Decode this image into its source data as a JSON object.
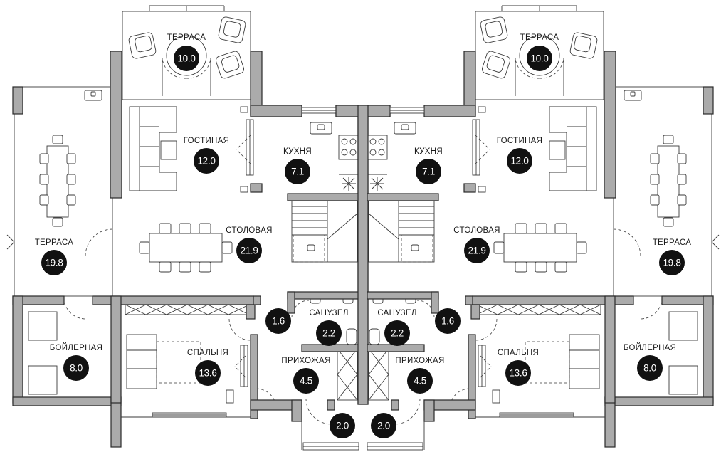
{
  "colors": {
    "wall": "#ababab",
    "line": "#2a2a2a",
    "badge": "#111111",
    "badge_text": "#ffffff",
    "background": "#ffffff"
  },
  "rooms": [
    {
      "id": "terrace-top-left",
      "label": "ТЕРРАСА",
      "area": "10.0"
    },
    {
      "id": "living-left",
      "label": "ГОСТИНАЯ",
      "area": "12.0"
    },
    {
      "id": "kitchen-left",
      "label": "КУХНЯ",
      "area": "7.1"
    },
    {
      "id": "dining-left",
      "label": "СТОЛОВАЯ",
      "area": "21.9"
    },
    {
      "id": "terrace-side-left",
      "label": "ТЕРРАСА",
      "area": "19.8"
    },
    {
      "id": "boiler-left",
      "label": "БОЙЛЕРНАЯ",
      "area": "8.0"
    },
    {
      "id": "bedroom-left",
      "label": "СПАЛЬНЯ",
      "area": "13.6"
    },
    {
      "id": "bathroom-left",
      "label": "САНУЗЕЛ",
      "area": "2.2"
    },
    {
      "id": "hall-left",
      "label": "ПРИХОЖАЯ",
      "area": "4.5"
    },
    {
      "id": "closet-left",
      "label": "",
      "area": "1.6"
    },
    {
      "id": "porch-left",
      "label": "",
      "area": "2.0"
    },
    {
      "id": "terrace-top-right",
      "label": "ТЕРРАСА",
      "area": "10.0"
    },
    {
      "id": "living-right",
      "label": "ГОСТИНАЯ",
      "area": "12.0"
    },
    {
      "id": "kitchen-right",
      "label": "КУХНЯ",
      "area": "7.1"
    },
    {
      "id": "dining-right",
      "label": "СТОЛОВАЯ",
      "area": "21.9"
    },
    {
      "id": "terrace-side-right",
      "label": "ТЕРРАСА",
      "area": "19.8"
    },
    {
      "id": "boiler-right",
      "label": "БОЙЛЕРНАЯ",
      "area": "8.0"
    },
    {
      "id": "bedroom-right",
      "label": "СПАЛЬНЯ",
      "area": "13.6"
    },
    {
      "id": "bathroom-right",
      "label": "САНУЗЕЛ",
      "area": "2.2"
    },
    {
      "id": "hall-right",
      "label": "ПРИХОЖАЯ",
      "area": "4.5"
    },
    {
      "id": "closet-right",
      "label": "",
      "area": "1.6"
    },
    {
      "id": "porch-right",
      "label": "",
      "area": "2.0"
    }
  ]
}
